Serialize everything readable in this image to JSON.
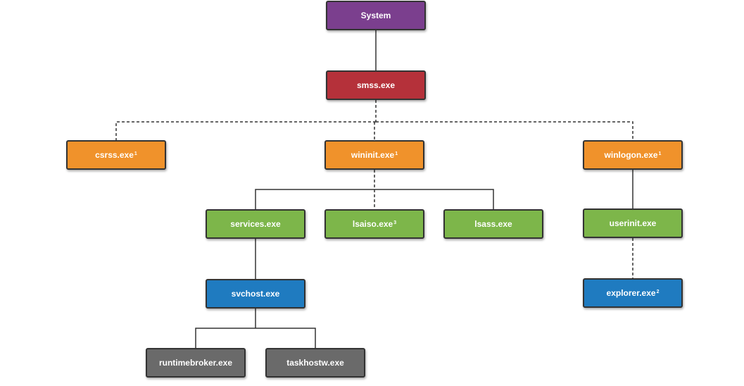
{
  "nodes": {
    "system": {
      "label": "System",
      "sup": "",
      "color": "#7b3f8e"
    },
    "smss": {
      "label": "smss.exe",
      "sup": "",
      "color": "#b5313a"
    },
    "csrss": {
      "label": "csrss.exe",
      "sup": "1",
      "color": "#f0922b"
    },
    "wininit": {
      "label": "wininit.exe",
      "sup": "1",
      "color": "#f0922b"
    },
    "winlogon": {
      "label": "winlogon.exe",
      "sup": "1",
      "color": "#f0922b"
    },
    "services": {
      "label": "services.exe",
      "sup": "",
      "color": "#7db64a"
    },
    "lsaiso": {
      "label": "lsaiso.exe",
      "sup": "3",
      "color": "#7db64a"
    },
    "lsass": {
      "label": "lsass.exe",
      "sup": "",
      "color": "#7db64a"
    },
    "userinit": {
      "label": "userinit.exe",
      "sup": "",
      "color": "#7db64a"
    },
    "svchost": {
      "label": "svchost.exe",
      "sup": "",
      "color": "#1f7bc0"
    },
    "explorer": {
      "label": "explorer.exe",
      "sup": "2",
      "color": "#1f7bc0"
    },
    "runtime": {
      "label": "runtimebroker.exe",
      "sup": "",
      "color": "#6a6a6a"
    },
    "taskhost": {
      "label": "taskhostw.exe",
      "sup": "",
      "color": "#6a6a6a"
    }
  },
  "edges": [
    {
      "from": "system",
      "to": "smss",
      "style": "solid"
    },
    {
      "from": "smss",
      "to": "csrss",
      "style": "dashed"
    },
    {
      "from": "smss",
      "to": "wininit",
      "style": "dashed"
    },
    {
      "from": "smss",
      "to": "winlogon",
      "style": "dashed"
    },
    {
      "from": "wininit",
      "to": "services",
      "style": "solid"
    },
    {
      "from": "wininit",
      "to": "lsaiso",
      "style": "dashed"
    },
    {
      "from": "wininit",
      "to": "lsass",
      "style": "solid"
    },
    {
      "from": "winlogon",
      "to": "userinit",
      "style": "solid"
    },
    {
      "from": "userinit",
      "to": "explorer",
      "style": "dashed"
    },
    {
      "from": "services",
      "to": "svchost",
      "style": "solid"
    },
    {
      "from": "svchost",
      "to": "runtime",
      "style": "solid"
    },
    {
      "from": "svchost",
      "to": "taskhost",
      "style": "solid"
    }
  ]
}
